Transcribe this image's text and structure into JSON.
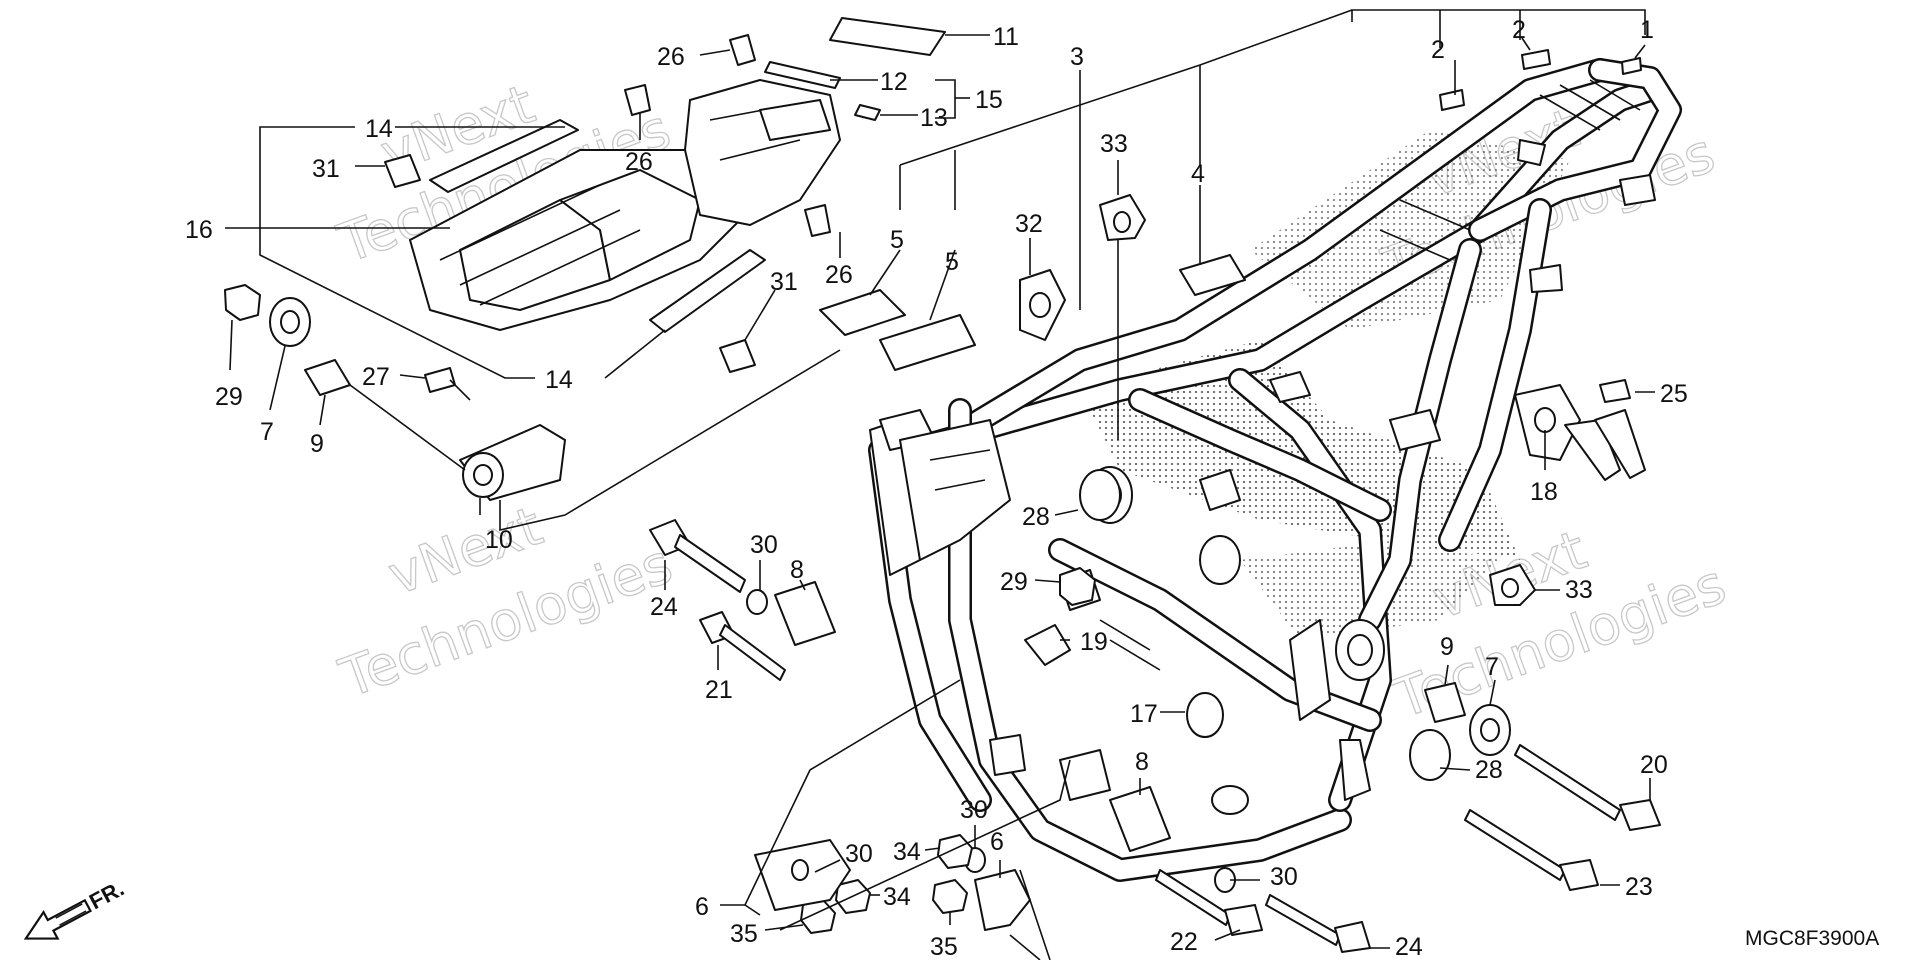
{
  "diagram": {
    "drawing_code": "MGC8F3900A",
    "direction_label": "FR.",
    "watermark_lines": [
      "vNext",
      "Technologies"
    ],
    "callouts": {
      "c1": "1",
      "c2a": "2",
      "c2b": "2",
      "c3": "3",
      "c4": "4",
      "c5a": "5",
      "c5b": "5",
      "c6a": "6",
      "c6b": "6",
      "c7a": "7",
      "c7b": "7",
      "c8a": "8",
      "c8b": "8",
      "c9a": "9",
      "c9b": "9",
      "c10": "10",
      "c11": "11",
      "c12": "12",
      "c13": "13",
      "c14a": "14",
      "c14b": "14",
      "c15": "15",
      "c16": "16",
      "c17": "17",
      "c18": "18",
      "c19": "19",
      "c20": "20",
      "c21": "21",
      "c22": "22",
      "c23": "23",
      "c24a": "24",
      "c24b": "24",
      "c25": "25",
      "c26a": "26",
      "c26b": "26",
      "c26c": "26",
      "c27": "27",
      "c28a": "28",
      "c28b": "28",
      "c29a": "29",
      "c29b": "29",
      "c30a": "30",
      "c30b": "30",
      "c30c": "30",
      "c30d": "30",
      "c31a": "31",
      "c31b": "31",
      "c32": "32",
      "c33a": "33",
      "c33b": "33",
      "c34a": "34",
      "c34b": "34",
      "c35a": "35",
      "c35b": "35"
    }
  }
}
